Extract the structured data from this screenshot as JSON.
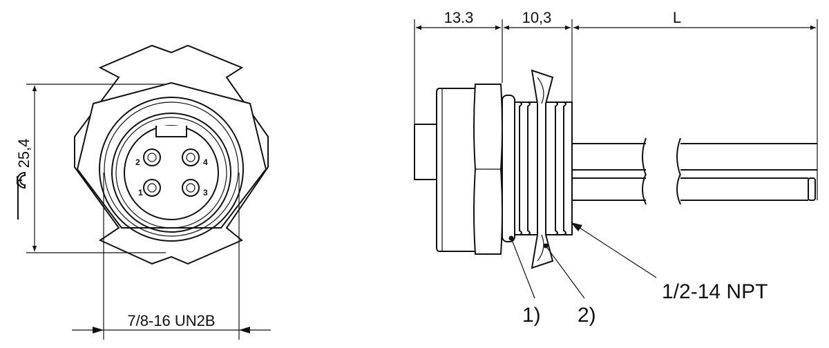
{
  "front_view": {
    "height_dim": "25,4",
    "thread_dim": "7/8-16 UN2B",
    "pins": [
      "2",
      "4",
      "1",
      "3"
    ]
  },
  "side_view": {
    "dim_a": "13.3",
    "dim_b": "10,3",
    "dim_c": "L",
    "callout_1": "1)",
    "callout_2": "2)",
    "callout_thread": "1/2-14 NPT"
  },
  "colors": {
    "line": "#111111",
    "background": "#ffffff"
  },
  "icons": {
    "wrench": "wrench-icon"
  }
}
